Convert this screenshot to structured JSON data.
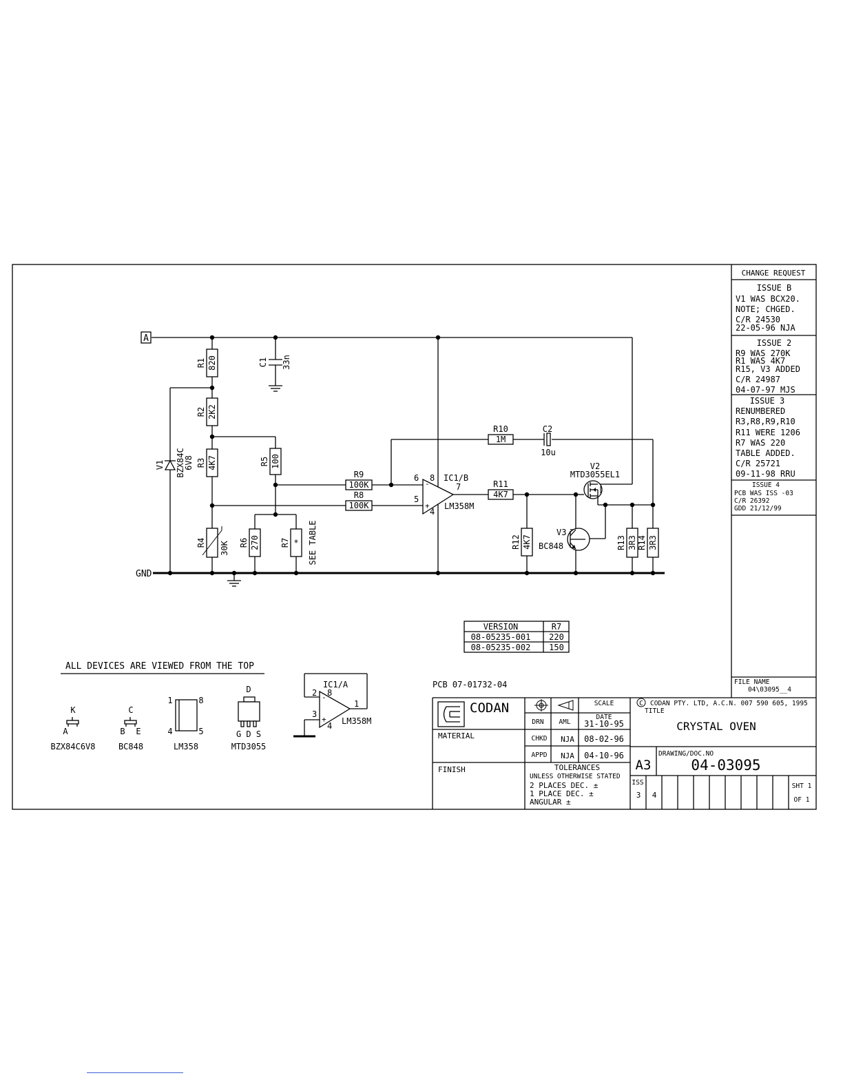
{
  "schematic": {
    "net_a": "A",
    "gnd": "GND",
    "components": {
      "r1": {
        "ref": "R1",
        "value": "820"
      },
      "r2": {
        "ref": "R2",
        "value": "2K2"
      },
      "r3": {
        "ref": "R3",
        "value": "4K7"
      },
      "r4": {
        "ref": "R4",
        "value": "30K"
      },
      "r5": {
        "ref": "R5",
        "value": "100"
      },
      "r6": {
        "ref": "R6",
        "value": "270"
      },
      "r7": {
        "ref": "R7",
        "value": "*",
        "note": "SEE TABLE"
      },
      "r8": {
        "ref": "R8",
        "value": "100K"
      },
      "r9": {
        "ref": "R9",
        "value": "100K"
      },
      "r10": {
        "ref": "R10",
        "value": "1M"
      },
      "r11": {
        "ref": "R11",
        "value": "4K7"
      },
      "r12": {
        "ref": "R12",
        "value": "4K7"
      },
      "r13": {
        "ref": "R13",
        "value": "3R3"
      },
      "r14": {
        "ref": "R14",
        "value": "3R3"
      },
      "c1": {
        "ref": "C1",
        "value": "33n"
      },
      "c2": {
        "ref": "C2",
        "value": "10u"
      },
      "v1": {
        "ref": "V1",
        "part": "BZX84C",
        "value": "6V8"
      },
      "v2": {
        "ref": "V2",
        "part": "MTD3055EL1"
      },
      "v3": {
        "ref": "V3",
        "part": "BC848"
      },
      "ic1b": {
        "ref": "IC1/B",
        "part": "LM358M",
        "pin_minus": "6",
        "pin_plus": "5",
        "pin_out": "7",
        "pin_vcc": "8",
        "pin_gnd": "4"
      }
    }
  },
  "version_table": {
    "headers": [
      "VERSION",
      "R7"
    ],
    "rows": [
      [
        "08-05235-001",
        "220"
      ],
      [
        "08-05235-002",
        "150"
      ]
    ]
  },
  "devices": {
    "heading": "ALL DEVICES ARE VIEWED FROM THE TOP",
    "zener": {
      "pin_k": "K",
      "pin_a": "A",
      "name": "BZX84C6V8"
    },
    "transistor": {
      "pin_c": "C",
      "pin_b": "B",
      "pin_e": "E",
      "name": "BC848"
    },
    "ic": {
      "pin_1": "1",
      "pin_8": "8",
      "pin_4": "4",
      "pin_5": "5",
      "name": "LM358"
    },
    "mosfet": {
      "pin_d": "D",
      "pins_gds": "G D S",
      "name": "MTD3055"
    }
  },
  "ic1a": {
    "ref": "IC1/A",
    "part": "LM358M",
    "pin_2": "2",
    "pin_8": "8",
    "pin_3": "3",
    "pin_4": "4",
    "pin_1": "1"
  },
  "pcb": "PCB  07-01732-04",
  "change_request": {
    "title": "CHANGE REQUEST",
    "issues": [
      {
        "header": "ISSUE B",
        "lines": [
          "V1 WAS BCX20.",
          "NOTE; CHGED.",
          "C/R 24530",
          "22-05-96  NJA"
        ]
      },
      {
        "header": "ISSUE 2",
        "lines": [
          "R9 WAS 270K",
          "R1 WAS 4K7",
          "R15, V3 ADDED",
          "C/R 24987",
          "04-07-97  MJS"
        ]
      },
      {
        "header": "ISSUE 3",
        "lines": [
          "RENUMBERED",
          "R3,R8,R9,R10",
          "R11 WERE 1206",
          "R7 WAS 220",
          "TABLE ADDED.",
          "C/R 25721",
          "09-11-98 RRU"
        ]
      },
      {
        "header": "ISSUE 4",
        "lines": [
          "PCB WAS ISS -03",
          "C/R 26392",
          "GDD 21/12/99"
        ]
      }
    ]
  },
  "file_name": {
    "label": "FILE NAME",
    "value": "04\\03095__4"
  },
  "title_block": {
    "company": "CODAN",
    "material_label": "MATERIAL",
    "finish_label": "FINISH",
    "scale_label": "SCALE",
    "date_label": "DATE",
    "signoffs": [
      {
        "role": "DRN",
        "initials": "AML",
        "date": "31-10-95"
      },
      {
        "role": "CHKD",
        "initials": "NJA",
        "date": "08-02-96"
      },
      {
        "role": "APPD",
        "initials": "NJA",
        "date": "04-10-96"
      }
    ],
    "tolerances": [
      "TOLERANCES",
      "UNLESS OTHERWISE STATED",
      "2 PLACES DEC. ±",
      "1 PLACE DEC. ±",
      "ANGULAR ±"
    ],
    "copyright_symbol": "C",
    "copyright": "CODAN PTY. LTD,  A.C.N. 007 590 605, 1995",
    "title_label": "TITLE",
    "title": "CRYSTAL OVEN",
    "size": "A3",
    "drawing_label": "DRAWING/DOC.NO",
    "drawing_no": "04-03095",
    "iss_label": "ISS",
    "iss_values": [
      "3",
      "4"
    ],
    "sheet": "SHT 1",
    "of": "OF 1"
  }
}
